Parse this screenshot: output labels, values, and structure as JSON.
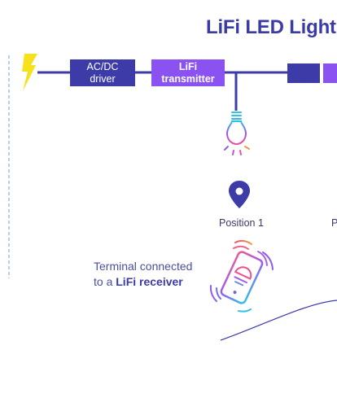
{
  "title": "LiFi LED Light",
  "boxes": {
    "acdc_line1": "AC/DC",
    "acdc_line2": "driver",
    "lifi_line1": "LiFi",
    "lifi_line2": "transmitter"
  },
  "positions": {
    "position1": "Position 1",
    "position2_partial": "P"
  },
  "terminal": {
    "line1": "Terminal connected",
    "line2_prefix": "to a ",
    "line2_bold": "LiFi receiver"
  },
  "colors": {
    "dark_blue": "#3d3ba8",
    "purple": "#8b52f2",
    "lightning_yellow": "#f5e21a",
    "dashed_line": "#6aa0d8"
  },
  "icons": [
    "lightning-icon",
    "light-bulb-icon",
    "location-pin-icon",
    "smartphone-icon"
  ]
}
